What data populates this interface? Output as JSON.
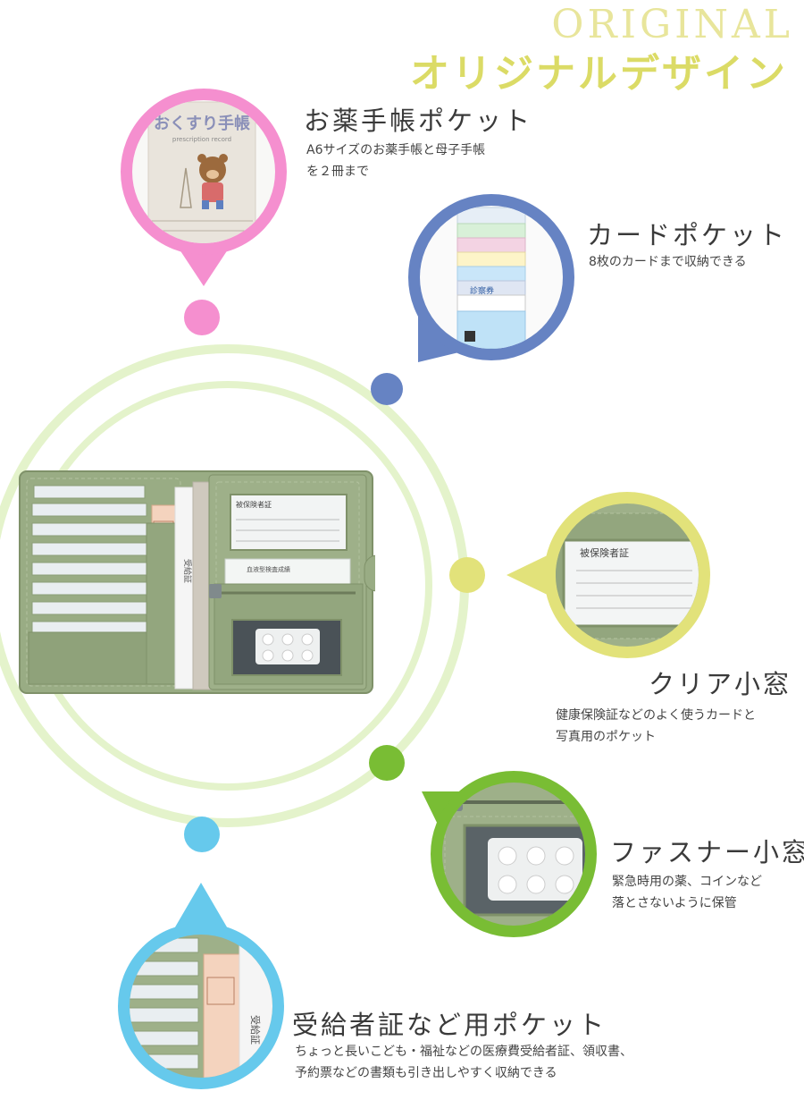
{
  "header": {
    "brand_en": "ORIGINAL",
    "brand_jp": "オリジナルデザイン"
  },
  "features": [
    {
      "id": "medicine-book",
      "title": "お薬手帳ポケット",
      "desc": [
        "A6サイズのお薬手帳と母子手帳",
        "を２冊まで"
      ],
      "color": "#f58fcf"
    },
    {
      "id": "card",
      "title": "カードポケット",
      "desc": [
        "8枚のカードまで収納できる"
      ],
      "color": "#6683c3"
    },
    {
      "id": "clear-window",
      "title": "クリア小窓",
      "desc": [
        "健康保険証などのよく使うカードと",
        "写真用のポケット"
      ],
      "color": "#e2e27a"
    },
    {
      "id": "zipper",
      "title": "ファスナー小窓",
      "desc": [
        "緊急時用の薬、コインなど",
        "落とさないように保管"
      ],
      "color": "#79bd34"
    },
    {
      "id": "certificate",
      "title": "受給者証など用ポケット",
      "desc": [
        "ちょっと長いこども・福祉などの医療費受給者証、領収書、",
        "予約票などの書類も引き出しやすく収納できる"
      ],
      "color": "#66c9ec"
    }
  ],
  "photo_texts": {
    "notebook_title": "おくすり手帳",
    "notebook_sub": "prescription record",
    "insurance_card": "被保険者証",
    "blood_card": "血液型検査成績",
    "cert_label": "受給証",
    "card_label": "診察券"
  },
  "palette": {
    "ring": "#e2f2c8",
    "leather": "#99ac84",
    "leather_dark": "#7f9169",
    "leather_light": "#b3c29f"
  }
}
